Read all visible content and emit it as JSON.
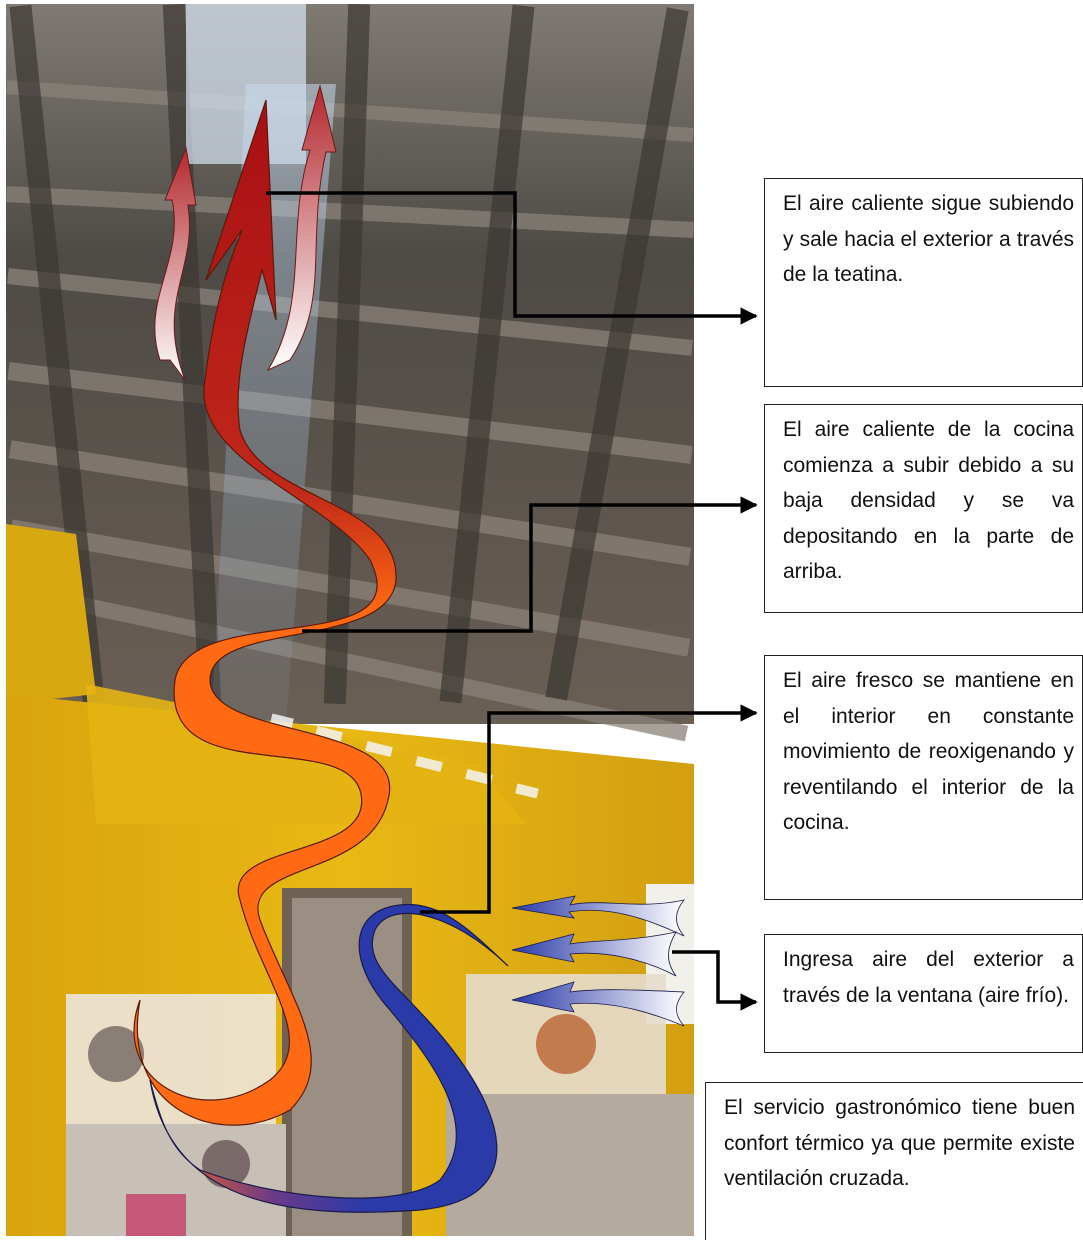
{
  "notes": {
    "hot_air_exits": "El aire caliente sigue subiendo y sale hacia el exterior a través de la teatina.",
    "hot_air_rises": "El aire caliente de la cocina comienza a subir debido a su baja densidad y se va depositando en la parte de arriba.",
    "fresh_air_circulates": "El aire fresco se mantiene en el interior en constante movimiento de reoxigenando y reventilando el interior de la cocina.",
    "cold_air_enters": "Ingresa aire del exterior a través de la ventana (aire frío).",
    "summary": "El servicio gastronómico tiene buen confort térmico ya que permite existe ventilación cruzada."
  },
  "colors": {
    "hot_air_dark": "#a80f14",
    "hot_air_orange": "#ff6a12",
    "cold_air_blue": "#2a3aa8",
    "light_arrow_tip": "#b3282e",
    "wall_yellow": "#e8b512",
    "ceiling_gray": "#5a5550",
    "connector": "#000000"
  },
  "icons": {
    "main_flow": "hot-air-flow-arrow",
    "side_flows": "rising-air-arrow",
    "inflow": "cold-air-inflow-arrow"
  }
}
